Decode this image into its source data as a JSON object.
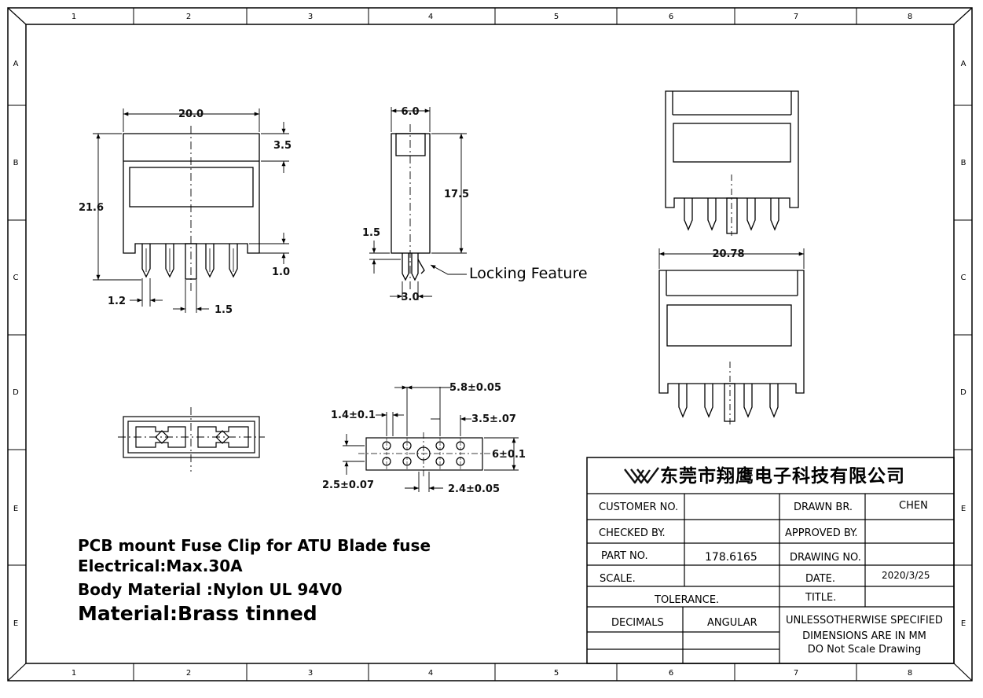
{
  "border": {
    "columns": [
      "1",
      "2",
      "3",
      "4",
      "5",
      "6",
      "7",
      "8"
    ],
    "rows_left": [
      "A",
      "B",
      "C",
      "D",
      "E",
      "E"
    ],
    "rows_right": [
      "A",
      "B",
      "C",
      "D",
      "E",
      "E"
    ]
  },
  "views": {
    "front": {
      "width": "20.0",
      "height": "21.6",
      "top": "3.5",
      "pin_len": "1.0",
      "pin_w": "1.2",
      "pitch": "1.5"
    },
    "side": {
      "width": "6.0",
      "height": "17.5",
      "stub": "1.5",
      "foot": "3.0",
      "callout": "Locking Feature"
    },
    "iso": {
      "width": "20.78"
    },
    "footprint": {
      "span": "5.8±0.05",
      "hole": "1.4±0.1",
      "inner": "3.5±.07",
      "height": "6±0.1",
      "row": "2.5±0.07",
      "pitch": "2.4±0.05"
    }
  },
  "notes": {
    "line1": "PCB mount Fuse Clip for ATU Blade fuse",
    "line2": "Electrical:Max.30A",
    "line3": "Body Material :Nylon UL 94V0",
    "line4": "Material:Brass tinned"
  },
  "title_block": {
    "company": "东莞市翔鹰电子科技有限公司",
    "customer_no_label": "CUSTOMER NO.",
    "drawn_by_label": "DRAWN BR.",
    "drawn_by": "CHEN",
    "checked_by_label": "CHECKED BY.",
    "approved_by_label": "APPROVED BY.",
    "part_no_label": "PART NO.",
    "part_no": "178.6165",
    "drawing_no_label": "DRAWING NO.",
    "scale_label": "SCALE.",
    "date_label": "DATE.",
    "date": "2020/3/25",
    "tolerance_label": "TOLERANCE.",
    "title_label": "TITLE.",
    "decimals_label": "DECIMALS",
    "angular_label": "ANGULAR",
    "note1": "UNLESSOTHERWISE SPECIFIED",
    "note2": "DIMENSIONS ARE IN MM",
    "note3": "DO Not Scale Drawing"
  }
}
